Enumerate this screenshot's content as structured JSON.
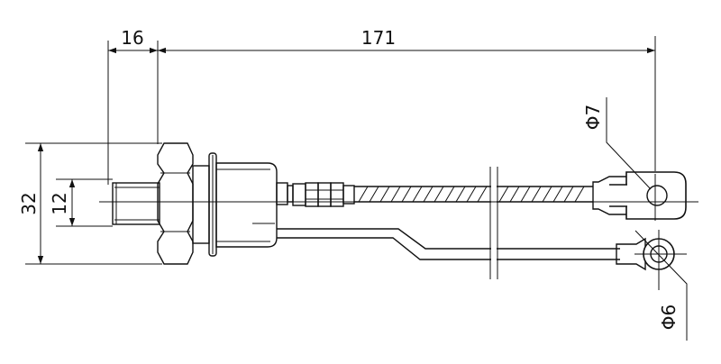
{
  "dimensions": {
    "hex_width": "16",
    "overall_length": "171",
    "body_height": "32",
    "thread_dia": "12",
    "main_terminal_hole": "Φ7",
    "gate_terminal_hole": "Φ6"
  }
}
